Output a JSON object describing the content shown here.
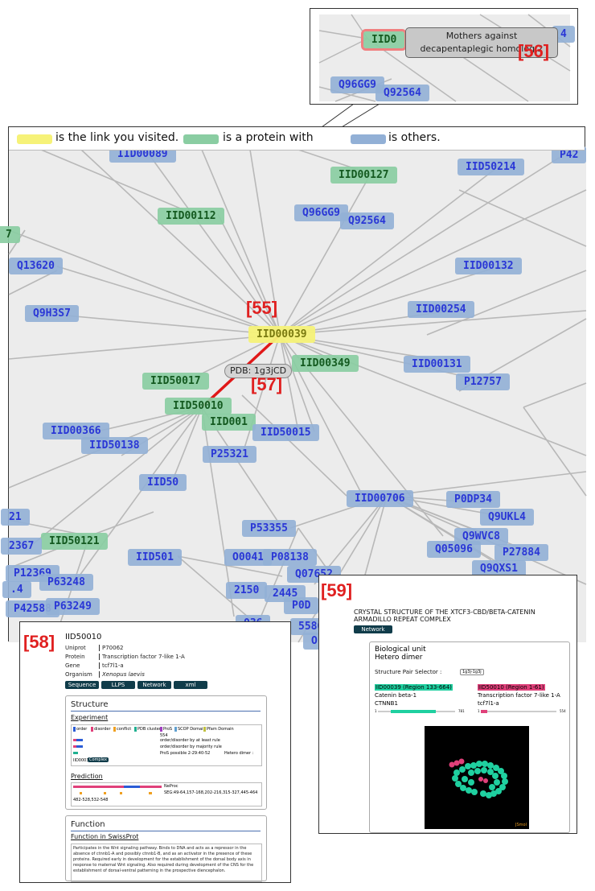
{
  "legend": {
    "visited_text": "is the link you visited.",
    "protein_text": "is a protein with",
    "others_text": "is others.",
    "visited_color": "#f6f278",
    "protein_color": "#8acda2",
    "others_color": "#92b0d6"
  },
  "callouts": {
    "c55": "[55]",
    "c56": "[56]",
    "c57": "[57]",
    "c58": "[58]",
    "c59": "[59]"
  },
  "network": {
    "nodes": [
      {
        "id": "IID00089",
        "type": "other"
      },
      {
        "id": "P42",
        "type": "other"
      },
      {
        "id": "IID00127",
        "type": "protein"
      },
      {
        "id": "IID50214",
        "type": "other"
      },
      {
        "id": "IID00112",
        "type": "protein"
      },
      {
        "id": "Q96GG9",
        "type": "other"
      },
      {
        "id": "Q92564",
        "type": "other"
      },
      {
        "id": "Q13620",
        "type": "other"
      },
      {
        "id": "IID00132",
        "type": "other"
      },
      {
        "id": "Q9H3S7",
        "type": "other"
      },
      {
        "id": "IID00254",
        "type": "other"
      },
      {
        "id": "IID00039",
        "type": "visited"
      },
      {
        "id": "IID00349",
        "type": "protein"
      },
      {
        "id": "IID00131",
        "type": "other"
      },
      {
        "id": "IID50017",
        "type": "protein"
      },
      {
        "id": "P12757",
        "type": "other"
      },
      {
        "id": "IID50010",
        "type": "protein"
      },
      {
        "id": "IID001",
        "type": "protein"
      },
      {
        "id": "IID50015",
        "type": "other"
      },
      {
        "id": "IID00366",
        "type": "other"
      },
      {
        "id": "IID50138",
        "type": "other"
      },
      {
        "id": "P25321",
        "type": "other"
      },
      {
        "id": "IID50",
        "type": "other"
      },
      {
        "id": "IID00706",
        "type": "other"
      },
      {
        "id": "P0DP34",
        "type": "other"
      },
      {
        "id": "Q9UKL4",
        "type": "other"
      },
      {
        "id": "21",
        "type": "other"
      },
      {
        "id": "P53355",
        "type": "other"
      },
      {
        "id": "Q9WVC8",
        "type": "other"
      },
      {
        "id": "IID50121",
        "type": "protein"
      },
      {
        "id": "2367",
        "type": "other"
      },
      {
        "id": "Q05096",
        "type": "other"
      },
      {
        "id": "P27884",
        "type": "other"
      },
      {
        "id": "IID501",
        "type": "other"
      },
      {
        "id": "O0041",
        "type": "other"
      },
      {
        "id": "P08138",
        "type": "other"
      },
      {
        "id": "Q9QXS1",
        "type": "other"
      },
      {
        "id": "P12369",
        "type": "other"
      },
      {
        "id": "Q07652",
        "type": "other"
      },
      {
        "id": "P63248",
        "type": "other"
      },
      {
        "id": "2150",
        "type": "other"
      },
      {
        "id": "2445",
        "type": "other"
      },
      {
        "id": "P0D",
        "type": "other"
      },
      {
        "id": "P42588",
        "type": "other"
      },
      {
        "id": "P63249",
        "type": "other"
      },
      {
        "id": ".4",
        "type": "other"
      },
      {
        "id": "5586",
        "type": "other"
      },
      {
        "id": "036",
        "type": "other"
      },
      {
        "id": "O",
        "type": "other"
      },
      {
        "id": "7",
        "type": "protein"
      }
    ],
    "selected_edge_label": "PDB: 1g3jCD"
  },
  "inset56": {
    "node_partial": "IID0",
    "tooltip": "Mothers against decapentaplegic homolog 2",
    "node_q96gg9": "Q96GG9",
    "node_q92564": "Q92564",
    "node_edge": "4"
  },
  "inset58": {
    "title": "IID50010",
    "rows": [
      {
        "label": "Uniprot",
        "value": "P70062"
      },
      {
        "label": "Protein",
        "value": "Transcription factor 7-like 1-A"
      },
      {
        "label": "Gene",
        "value": "tcf7l1-a"
      },
      {
        "label": "Organism",
        "value": "Xenopus laevis"
      }
    ],
    "buttons": [
      "Sequence",
      "LLPS",
      "Network",
      "xml"
    ],
    "structure_heading": "Structure",
    "experiment_heading": "Experiment",
    "exp_legend": [
      "order",
      "disorder",
      "conflict",
      "PDB cluster",
      "ProS",
      "SCOP Domain",
      "Pfam Domain"
    ],
    "exp_length": "554",
    "exp_lead": "order/disorder by at least rule",
    "exp_majority": "order/disorder by majority rule",
    "exp_pros": "ProS possible 2-29:40-52",
    "exp_hetero": "Hetero dimer :",
    "exp_complex_id": "IID00039",
    "exp_complex_badge": "Complex",
    "prediction_heading": "Prediction",
    "pred_label": "NeProc",
    "pred_seg": "SEG:49-64,157-168,202-216,315-327,445-464",
    "pred_seg2": "482-528,532-548",
    "function_heading": "Function",
    "function_sub": "Function in SwissProt",
    "function_text": "Participates in the Wnt signaling pathway. Binds to DNA and acts as a repressor in the absence of ctnnb1-A and possibly ctnnb1-B, and as an activator in the presence of these proteins. Required early in development for the establishment of the dorsal body axis in response to maternal Wnt signaling. Also required during development of the CNS for the establishment of dorsal-ventral patterning in the prospective diencephalon."
  },
  "inset59": {
    "title": "CRYSTAL STRUCTURE OF THE XTCF3-CBD/BETA-CATENIN ARMADILLO REPEAT COMPLEX",
    "network_btn": "Network",
    "bio_unit": "Biological unit",
    "hetero": "Hetero dimer",
    "selector_label": "Structure Pair Selector :",
    "selector_value": "1g3j-1g3j",
    "left_head": "IID00039 (Region 133-664)",
    "left_name": "Catenin beta-1",
    "left_gene": "CTNNB1",
    "left_start": "1",
    "left_end": "781",
    "right_head": "IID50010 (Region 1-61)",
    "right_name": "Transcription factor 7-like 1-A",
    "right_gene": "tcf7l1-a",
    "right_start": "1",
    "right_end": "554",
    "viewer_brand": "JSmol",
    "left_color": "#1fd0a0",
    "right_color": "#e0407a"
  }
}
